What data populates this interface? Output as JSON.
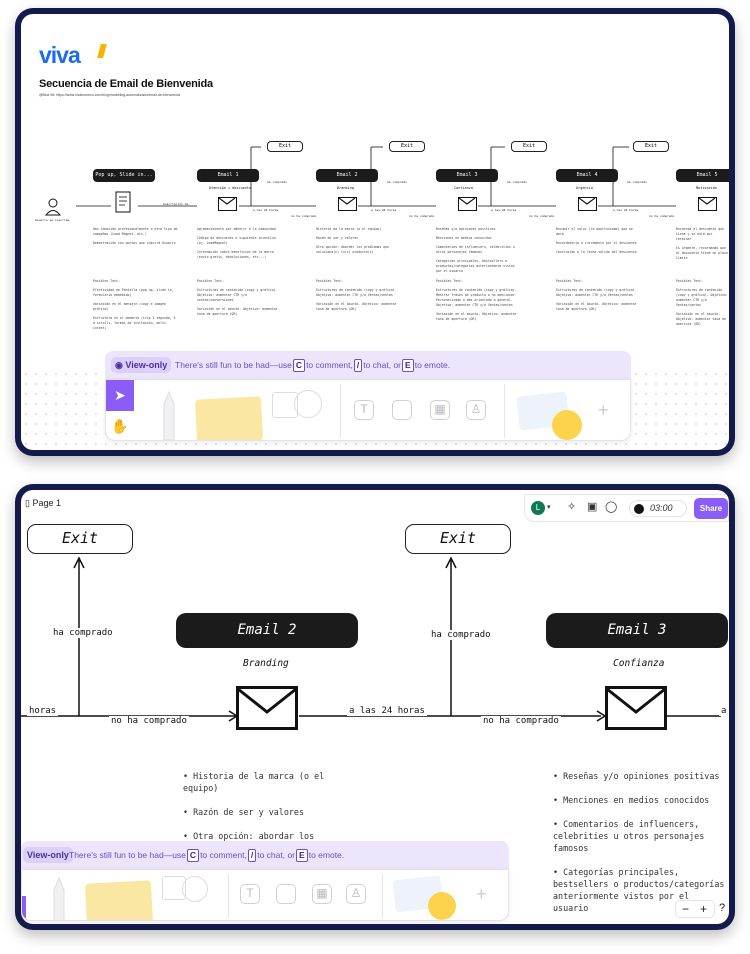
{
  "doc": {
    "logo": "viva",
    "title": "Secuencia de Email de Bienvenida",
    "url": "@Blue Mi: https://www.vivahomeco.com/blog/marketing-automatizado/email-de-bienvenida"
  },
  "flow_overview": {
    "start_pill": "Pop up, Slide in...",
    "user_label": "Usuario se inscribe",
    "suscripcion_label": "Suscripción de",
    "emails": [
      {
        "title": "Email 1",
        "subtitle": "Atención + descuento"
      },
      {
        "title": "Email 2",
        "subtitle": "Branding"
      },
      {
        "title": "Email 3",
        "subtitle": "Confianza"
      },
      {
        "title": "Email 4",
        "subtitle": "Urgencia"
      },
      {
        "title": "Email 5",
        "subtitle": "Motivación"
      }
    ],
    "exit_label": "Exit",
    "bought_label": "ha comprado",
    "not_bought_label": "no ha comprado",
    "delay_label": "a las 24 horas",
    "bullets": [
      [
        "Has conocido profesionalmente o otra tipo de campañas (Lead Magnet, etc.)",
        "Demostración con puntos que cubrirá Usuario"
      ],
      [
        "Agradecimiento por adherir a la comunidad",
        "Código de descuento o siguiente incentivo (ej. LeadMagnet)",
        "Información sobre beneficios de la marca (envío gratis, devoluciones, etc...)"
      ],
      [
        "Historia de la marca (o el equipo)",
        "Razón de ser y valores",
        "Otra opción: abordar los problemas que soluciona(n) tu(s) producto(s)"
      ],
      [
        "Reseñas y/o opiniones positivas",
        "Menciones en medios conocidos",
        "Comentarios de influencers, celebrities u otros personajes famosos",
        "Categorías principales, bestsellers o productos/categorías anteriormente vistos por el usuario"
      ],
      [
        "Resumir el valor (la oportunidad) que se dará",
        "Recordatorio o incremento por el descuento",
        "Conclusión a la fecha valida del descuento"
      ],
      [
        "Recuerda el descuento que tiene y se está por terminar",
        "Es urgente, recordando que el descuento tiene un plazo límite"
      ]
    ],
    "posibles_label": "Posibles Test:",
    "tests": [
      [
        "Efectividad de Pantalla (pop up, slide in, formulario embebido)",
        "Variación en el mensaje (copy e imagen gráfica)",
        "Estructura en el momento (trip 1 segundo, 5 a scrolls, formas de invitación, multi-intent)"
      ],
      [
        "Estructuras de contenido (copy y gráfica). Objetivo: aumentar CTR y/o ventas/conversiones",
        "Variación en el asunto. Objetivo: aumentar tasa de apertura (OR)"
      ],
      [
        "Estructuras de contenido (copy y gráfica). Objetivo: aumentar CTR y/o Ventas/ventas",
        "Variación en el asunto. Objetivo: aumentar tasa de apertura (OR)"
      ],
      [
        "Estructuras de contenido (copy y gráfica). Mostrar frases de producto o no mencionar. Personalizado o más orientado a general. Objetivo: aumentar CTR y/o Ventas/ventas",
        "Variación en el asunto. Objetivo: aumentar tasa de apertura (OR)"
      ],
      [
        "Estructuras de contenido (copy y gráfica). Objetivo: aumentar CTR y/o Ventas/ventas",
        "Variación en el asunto. Objetivo: aumentar tasa de apertura (OR)"
      ],
      [
        "Estructuras de contenido (copy y gráfica). Objetivo: aumentar CTR y/o Ventas/ventas",
        "Variación en el asunto. Objetivo: aumentar tasa de apertura (OR)"
      ]
    ]
  },
  "zoomed": {
    "page_label": "Page 1",
    "avatar_letter": "L",
    "timer": "03:00",
    "share_label": "Share",
    "exit_label": "Exit",
    "bought_label": "ha comprado",
    "not_bought_label": "no ha comprado",
    "delay_label": "a las 24 horas",
    "horas_label": "horas",
    "a_label": "a",
    "email2": {
      "title": "Email 2",
      "subtitle": "Branding",
      "bullets": [
        "Historia de la marca (o el equipo)",
        "Razón de ser y valores",
        "Otra opción: abordar los problemas que soluciona(n) tu(s) producto(s)"
      ]
    },
    "email3": {
      "title": "Email 3",
      "subtitle": "Confianza",
      "bullets": [
        "Reseñas y/o opiniones positivas",
        "Menciones en medios conocidos",
        "Comentarios de influencers, celebrities u otros personajes famosos",
        "Categorías principales, bestsellers o productos/categorías anteriormente vistos por el usuario"
      ]
    },
    "zoom_out": "−",
    "zoom_in": "+",
    "help": "?"
  },
  "viewonly": {
    "chip": "View-only",
    "msg_pre": "There's still fun to be had—use",
    "key_c": "C",
    "msg_comment": "to comment,",
    "key_slash": "/",
    "msg_chat": "to chat, or",
    "key_e": "E",
    "msg_emote": "to emote."
  },
  "toolbar": {
    "text_icon": "T",
    "add_icon": "+"
  }
}
